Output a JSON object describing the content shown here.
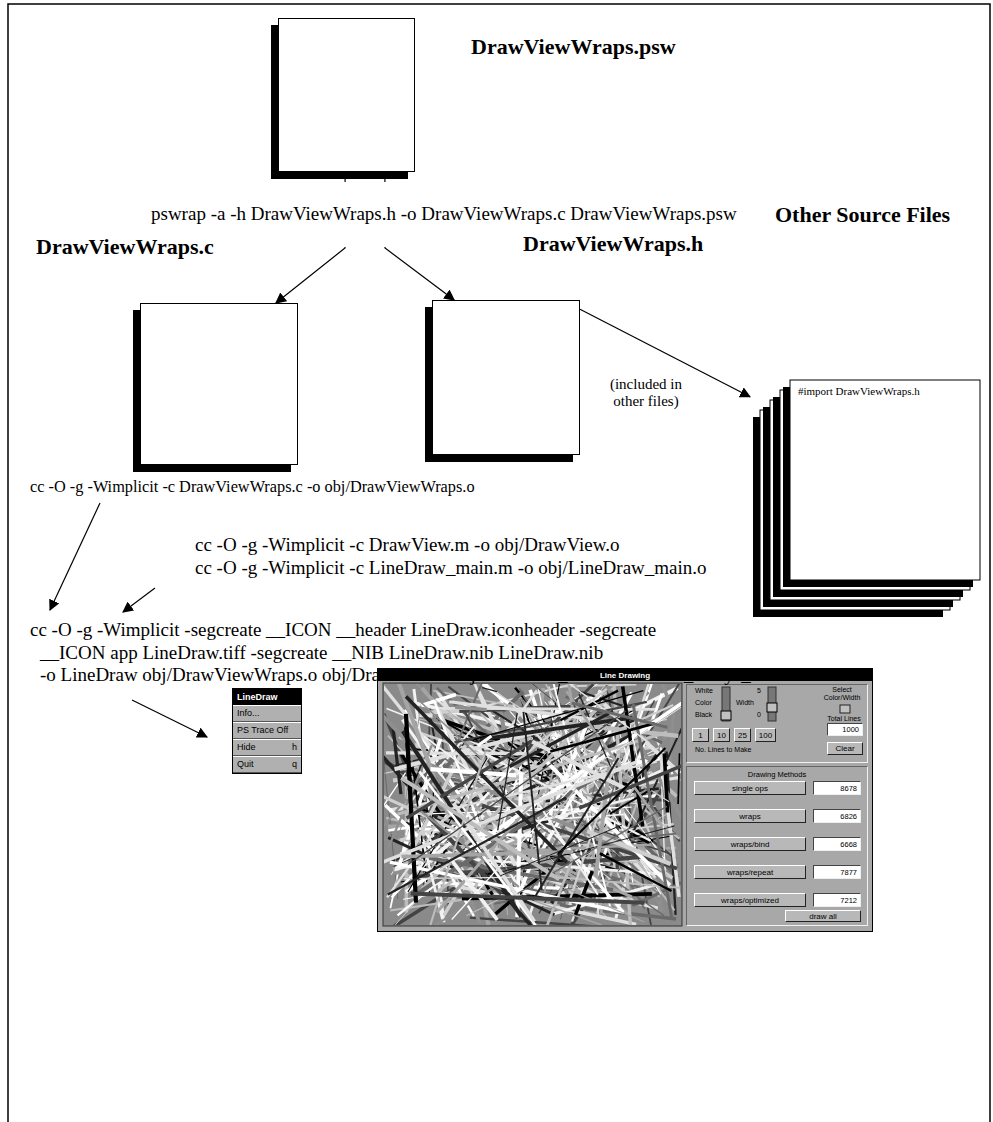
{
  "diagram": {
    "nodes": [
      {
        "text": [
          "DrawViewWraps.psw"
        ]
      },
      {
        "text": [
          "DrawViewWraps.c"
        ]
      },
      {
        "text": [
          "DrawViewWraps.h"
        ]
      },
      {
        "text": [
          "Other Source Files",
          "#import DrawViewWraps.h"
        ]
      },
      {
        "text": [
          "LineDraw"
        ]
      },
      {
        "text": [
          "Info..."
        ],
        "in": 4
      },
      {
        "text": [
          "PS Trace Off"
        ],
        "in": 4
      },
      {
        "text": [
          "Hide",
          "h"
        ],
        "in": 4
      },
      {
        "text": [
          "Quit",
          "q"
        ],
        "in": 4
      },
      {
        "text": [
          "Line Drawing"
        ]
      },
      {
        "text": [
          "White",
          "Color",
          "Black",
          "5",
          "Width",
          "0",
          "Select Color/Width",
          "Total Lines",
          "No. Lines to Make"
        ],
        "in": 9
      },
      {
        "text": [
          "1"
        ],
        "in": 10
      },
      {
        "text": [
          "10"
        ],
        "in": 10
      },
      {
        "text": [
          "25"
        ],
        "in": 10
      },
      {
        "text": [
          "100"
        ],
        "in": 10
      },
      {
        "text": [
          "1000"
        ],
        "in": 10
      },
      {
        "text": [
          "Clear"
        ],
        "in": 10
      },
      {
        "text": [
          "Drawing Methods"
        ],
        "in": 9
      },
      {
        "text": [
          "single ops"
        ],
        "in": 17
      },
      {
        "text": [
          "8678"
        ],
        "in": 17
      },
      {
        "text": [
          "wraps"
        ],
        "in": 17
      },
      {
        "text": [
          "6826"
        ],
        "in": 17
      },
      {
        "text": [
          "wraps/bind"
        ],
        "in": 17
      },
      {
        "text": [
          "6668"
        ],
        "in": 17
      },
      {
        "text": [
          "wraps/repeat"
        ],
        "in": 17
      },
      {
        "text": [
          "7877"
        ],
        "in": 17
      },
      {
        "text": [
          "wraps/optimized"
        ],
        "in": 17
      },
      {
        "text": [
          "7212"
        ],
        "in": 17
      },
      {
        "text": [
          "draw all"
        ],
        "in": 17
      }
    ],
    "edges": [
      {
        "from": 0,
        "to": 1,
        "arrow": "to"
      },
      {
        "from": 0,
        "to": 2,
        "arrow": "to"
      },
      {
        "from": 2,
        "to": 3,
        "arrow": "to"
      }
    ],
    "labels": [
      "pswrap -a -h DrawViewWraps.h -o DrawViewWraps.c DrawViewWraps.psw",
      "(included in other files)",
      "cc -O -g -Wimplicit -c DrawViewWraps.c -o obj/DrawViewWraps.o",
      "cc -O -g -Wimplicit -c DrawView.m -o obj/DrawView.o",
      "cc -O -g -Wimplicit -c LineDraw_main.m -o obj/LineDraw_main.o",
      "cc -O -g -Wimplicit -segcreate __ICON __header LineDraw.iconheader -segcreate",
      "__ICON app LineDraw.tiff -segcreate __NIB LineDraw.nib LineDraw.nib",
      "-o LineDraw obj/DrawViewWraps.o obj/DrawView.o obj/LineDraw_main.o -lNeXT_s -lsys_s"
    ]
  }
}
